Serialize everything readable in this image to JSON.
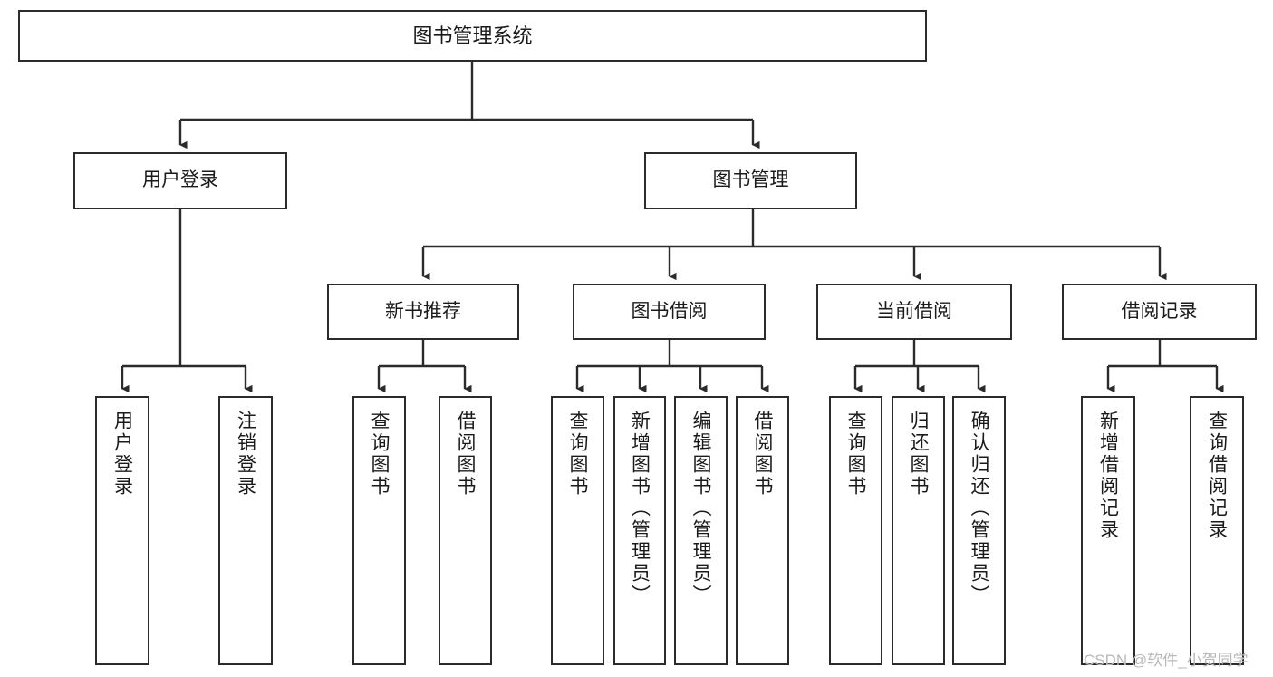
{
  "diagram": {
    "title": "图书管理系统",
    "type": "hierarchy-tree",
    "root": {
      "label": "图书管理系统"
    },
    "level1": [
      {
        "label": "用户登录"
      },
      {
        "label": "图书管理"
      }
    ],
    "level2": [
      {
        "label": "新书推荐"
      },
      {
        "label": "图书借阅"
      },
      {
        "label": "当前借阅"
      },
      {
        "label": "借阅记录"
      }
    ],
    "leaves": [
      {
        "label": "用户登录"
      },
      {
        "label": "注销登录"
      },
      {
        "label": "查询图书"
      },
      {
        "label": "借阅图书"
      },
      {
        "label": "查询图书"
      },
      {
        "label": "新增图书（管理员）"
      },
      {
        "label": "编辑图书（管理员）"
      },
      {
        "label": "借阅图书"
      },
      {
        "label": "查询图书"
      },
      {
        "label": "归还图书"
      },
      {
        "label": "确认归还（管理员）"
      },
      {
        "label": "新增借阅记录"
      },
      {
        "label": "查询借阅记录"
      }
    ],
    "watermark": "CSDN @软件_小贺同学",
    "colors": {
      "stroke": "#2b2b2b",
      "fill": "#ffffff",
      "text": "#1a1a1a",
      "watermark": "#b9b9b9"
    }
  }
}
